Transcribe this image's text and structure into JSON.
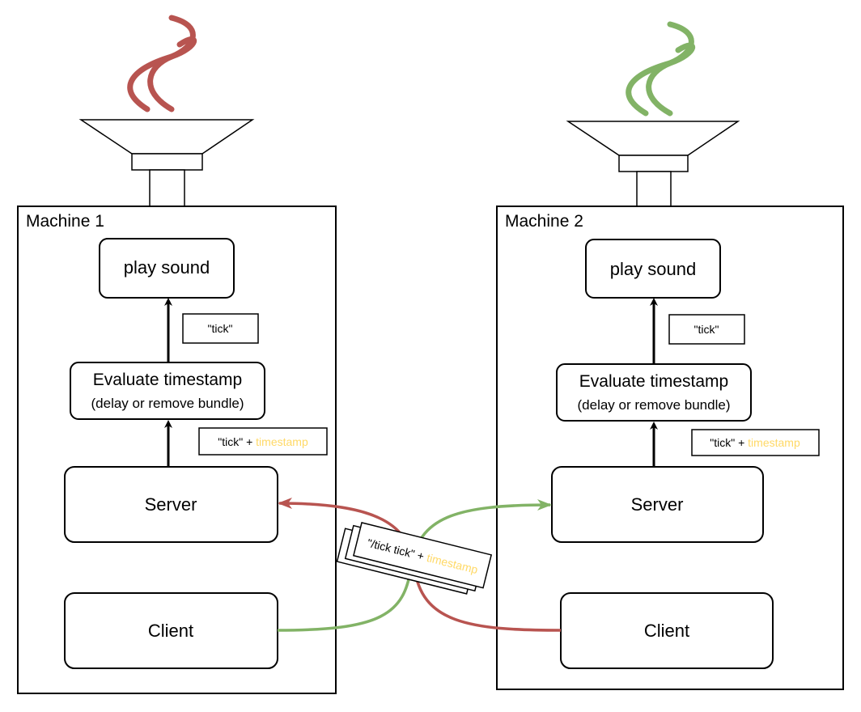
{
  "colors": {
    "machine1_accent": "#b85450",
    "machine2_accent": "#82b366",
    "timestamp_text": "#ffd966",
    "stroke": "#000000"
  },
  "icons": {
    "speaker": "speaker-icon",
    "sound_wave": "sound-wave-icon",
    "message_bundle": "message-stack-icon"
  },
  "machine1": {
    "label": "Machine 1",
    "play_sound": "play sound",
    "tick_label": "\"tick\"",
    "evaluate_title": "Evaluate timestamp",
    "evaluate_sub": "(delay or remove bundle)",
    "tick_ts_prefix": "\"tick\" + ",
    "tick_ts_timestamp": "timestamp",
    "server": "Server",
    "client": "Client"
  },
  "machine2": {
    "label": "Machine 2",
    "play_sound": "play sound",
    "tick_label": "\"tick\"",
    "evaluate_title": "Evaluate timestamp",
    "evaluate_sub": "(delay or remove bundle)",
    "tick_ts_prefix": "\"tick\" + ",
    "tick_ts_timestamp": "timestamp",
    "server": "Server",
    "client": "Client"
  },
  "message": {
    "prefix": "\"/tick tick\" + ",
    "timestamp": "timestamp"
  }
}
